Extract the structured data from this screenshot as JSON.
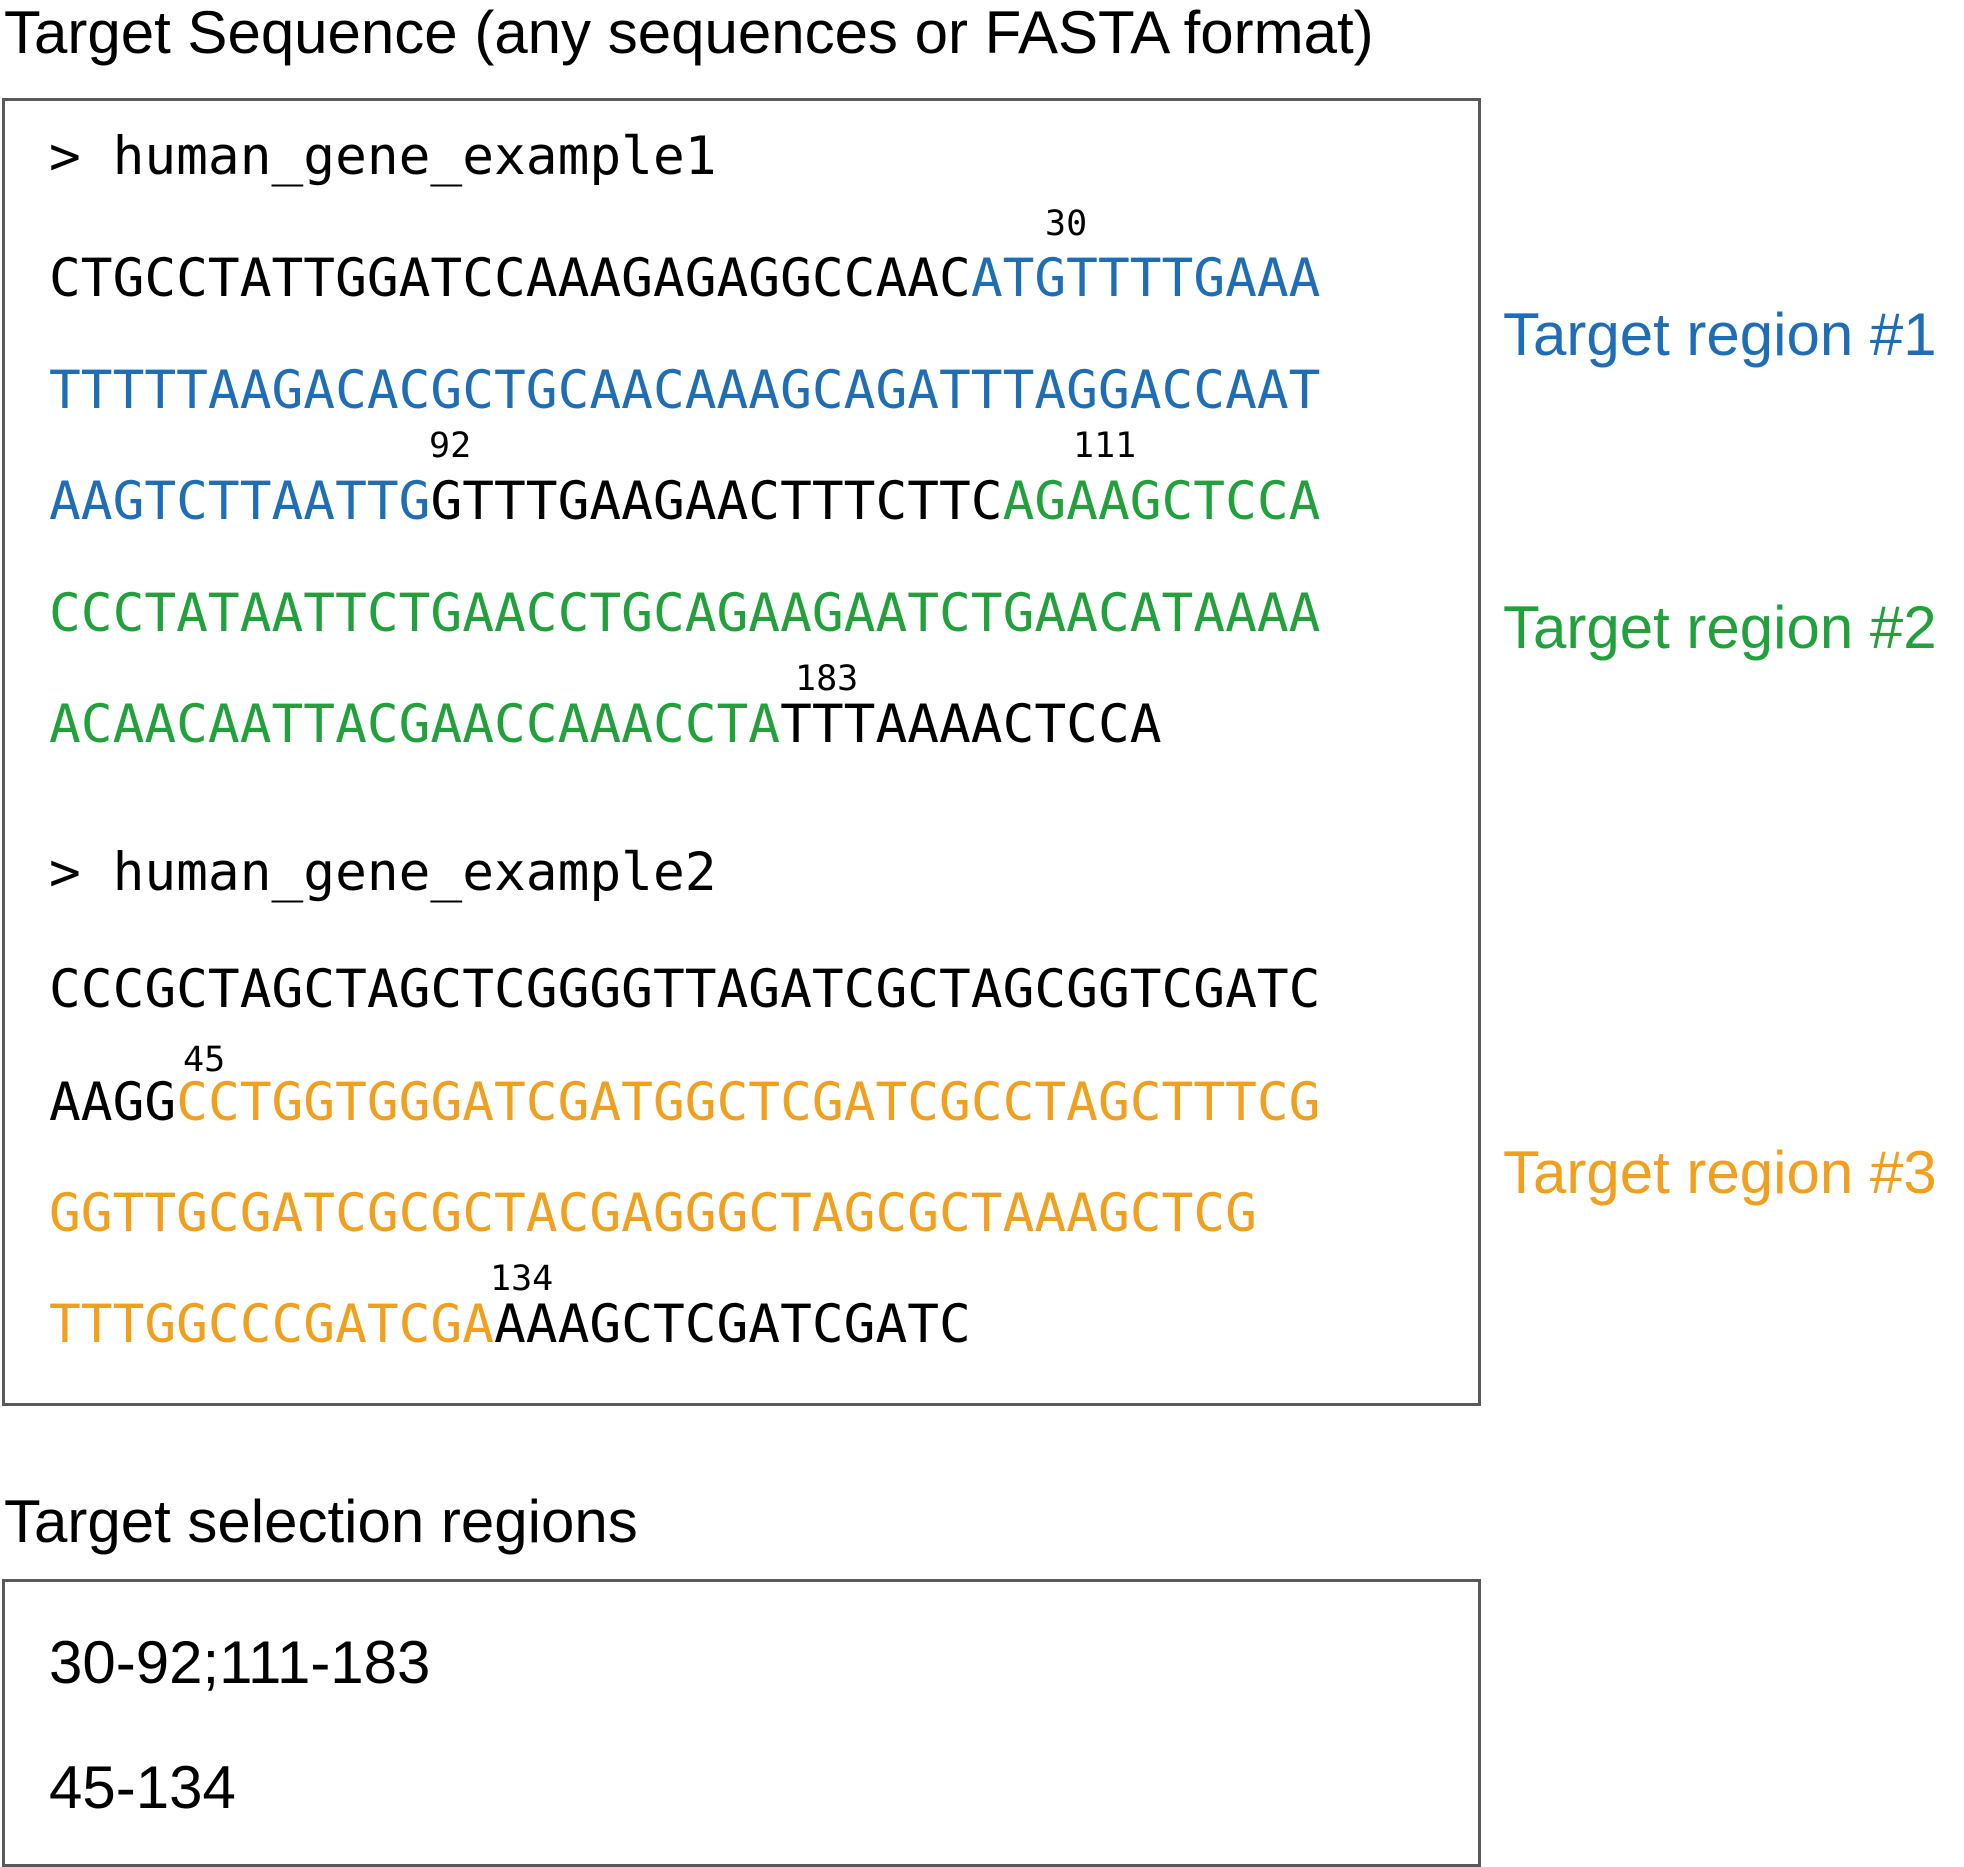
{
  "sequence_title": "Target Sequence (any sequences or FASTA format)",
  "selection_title": "Target selection regions",
  "colors": {
    "region1": "#1f6eb5",
    "region2": "#22a03c",
    "region3": "#f0a01e",
    "plain": "#000000",
    "border": "#595959"
  },
  "records": [
    {
      "header": "> human_gene_example1",
      "lines": [
        {
          "plain_a": "CTGCCTATTGGATCCAAAGAGAGGCCAAC",
          "region": "ATGTTTTGAAA",
          "plain_b": ""
        },
        {
          "plain_a": "",
          "region": "TTTTTAAGACACGCTGCAACAAAGCAGATTTAGGACCAAT",
          "plain_b": ""
        },
        {
          "region_a": "AAGTCTTAATTG",
          "plain": "GTTTGAAGAACTTTCTTC",
          "region_b": "AGAAGCTCCA"
        },
        {
          "plain_a": "",
          "region": "CCCTATAATTCTGAACCTGCAGAAGAATCTGAACATAAAA",
          "plain_b": ""
        },
        {
          "plain_a": "",
          "region": "ACAACAATTACGAACCAAACCTA",
          "plain_b": "TTTAAAACTCCA"
        }
      ],
      "positions": {
        "p30": "30",
        "p92": "92",
        "p111": "111",
        "p183": "183"
      }
    },
    {
      "header": "> human_gene_example2",
      "lines": [
        {
          "plain_a": "CCCGCTAGCTAGCTCGGGGTTAGATCGCTAGCGGTCGATC",
          "region": "",
          "plain_b": ""
        },
        {
          "plain_a": "AAGG",
          "region": "CCTGGTGGGATCGATGGCTCGATCGCCTAGCTTTCG",
          "plain_b": ""
        },
        {
          "plain_a": "",
          "region": "GGTTGCGATCGCGCTACGAGGGCTAGCGCTAAAGCTCG",
          "plain_b": ""
        },
        {
          "plain_a": "",
          "region": "TTTGGCCCGATCGA",
          "plain_b": "AAAGCTCGATCGATC"
        }
      ],
      "positions": {
        "p45": "45",
        "p134": "134"
      }
    }
  ],
  "region_labels": [
    "Target region #1",
    "Target region #2",
    "Target region #3"
  ],
  "selection_ranges": [
    "30-92;111-183",
    "45-134"
  ]
}
